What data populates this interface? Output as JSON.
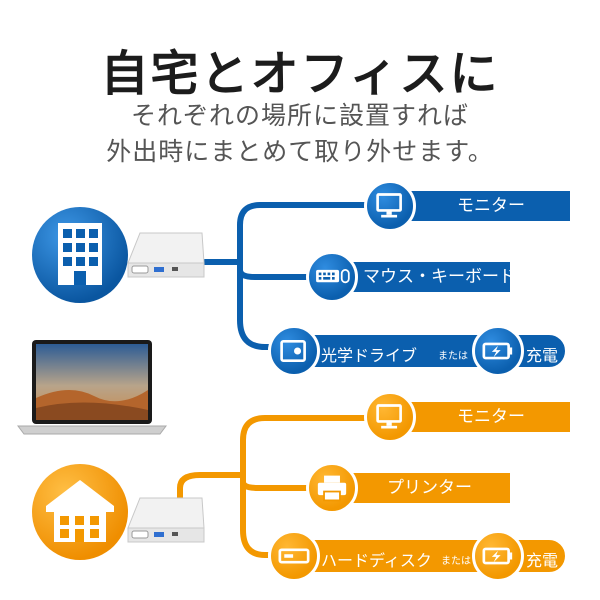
{
  "header": {
    "title": "自宅とオフィスに",
    "subtitle_line1": "それぞれの場所に設置すれば",
    "subtitle_line2": "外出時にまとめて取り外せます。"
  },
  "office": {
    "color": "#0b5fae",
    "icon": "office-building-icon",
    "items": [
      {
        "label": "モニター",
        "icon": "monitor-icon"
      },
      {
        "label": "マウス・キーボード",
        "icon": "keyboard-mouse-icon"
      },
      {
        "label": "光学ドライブ",
        "icon": "optical-drive-icon",
        "or_label": "または",
        "alt_label": "充電",
        "alt_icon": "battery-charge-icon"
      }
    ]
  },
  "home": {
    "color": "#f39800",
    "icon": "house-icon",
    "items": [
      {
        "label": "モニター",
        "icon": "monitor-icon"
      },
      {
        "label": "プリンター",
        "icon": "printer-icon"
      },
      {
        "label": "ハードディスク",
        "icon": "hard-disk-icon",
        "or_label": "または",
        "alt_label": "充電",
        "alt_icon": "battery-charge-icon"
      }
    ]
  }
}
